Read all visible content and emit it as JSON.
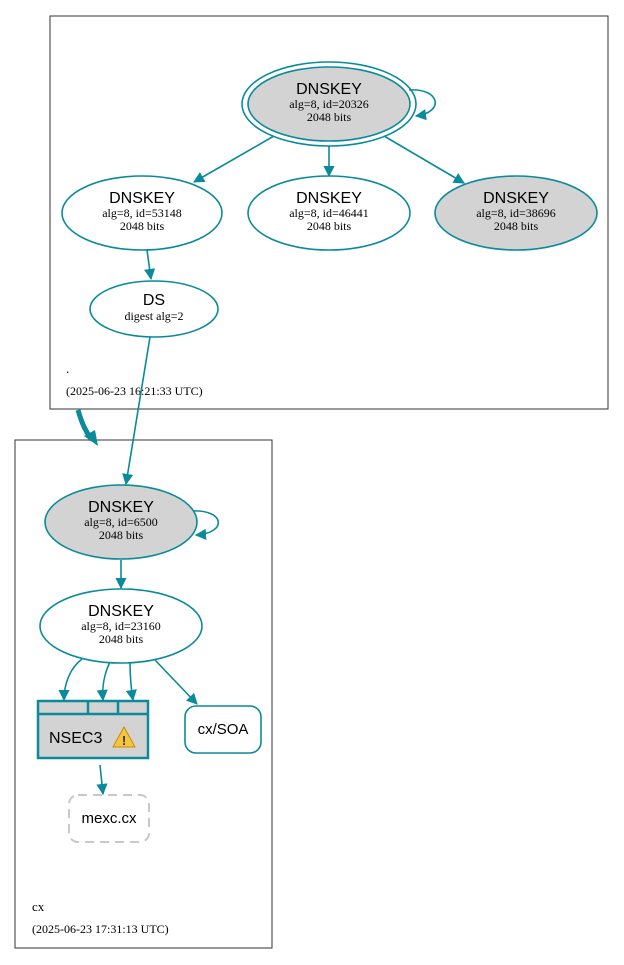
{
  "colors": {
    "edge": "#0a8a9a",
    "node_fill_shaded": "#d3d3d3",
    "zone_border": "#333333",
    "warning_fill": "#f5c542",
    "dashed": "#c8c8c8"
  },
  "root_zone": {
    "label": ".",
    "timestamp": "(2025-06-23 16:21:33 UTC)",
    "nodes": {
      "ksk": {
        "title": "DNSKEY",
        "line1": "alg=8, id=20326",
        "line2": "2048 bits"
      },
      "zsk1": {
        "title": "DNSKEY",
        "line1": "alg=8, id=53148",
        "line2": "2048 bits"
      },
      "zsk2": {
        "title": "DNSKEY",
        "line1": "alg=8, id=46441",
        "line2": "2048 bits"
      },
      "zsk3": {
        "title": "DNSKEY",
        "line1": "alg=8, id=38696",
        "line2": "2048 bits"
      },
      "ds": {
        "title": "DS",
        "line1": "digest alg=2"
      }
    }
  },
  "cx_zone": {
    "label": "cx",
    "timestamp": "(2025-06-23 17:31:13 UTC)",
    "nodes": {
      "ksk": {
        "title": "DNSKEY",
        "line1": "alg=8, id=6500",
        "line2": "2048 bits"
      },
      "zsk": {
        "title": "DNSKEY",
        "line1": "alg=8, id=23160",
        "line2": "2048 bits"
      },
      "nsec3": {
        "title": "NSEC3",
        "icon": "warning-icon"
      },
      "soa": {
        "title": "cx/SOA"
      },
      "query": {
        "title": "mexc.cx"
      }
    }
  }
}
